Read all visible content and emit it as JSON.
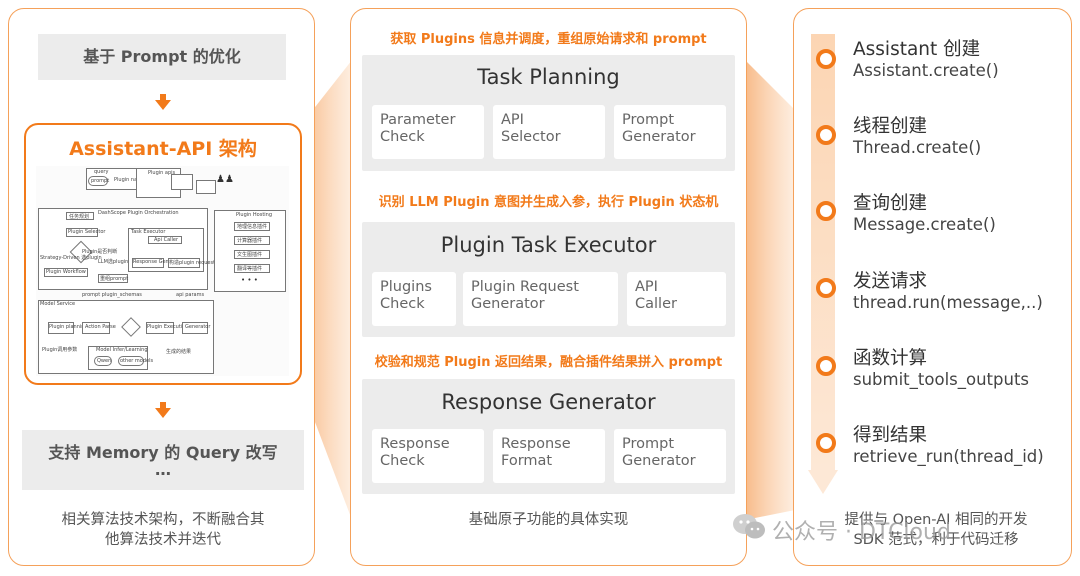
{
  "left": {
    "top_box": "基于 Prompt 的优化",
    "assistant_title": "Assistant-API 架构",
    "arch": {
      "query": "query",
      "plugin_name_list": "Plugin name list",
      "plugin_apis": "Plugin apis",
      "prompt": "prompt",
      "task_planning": "任务规划",
      "dashscope": "DashScope Plugin Orchestration",
      "plugin_selector": "Plugin Selector",
      "plugin_judge": "Plugin是否判断",
      "strategy_driven": "Strategy-Driven 选plugin",
      "llm_plugin": "LLM选plugin",
      "plugin_workflow": "Plugin Workflow",
      "rebuild_prompt": "重组prompt",
      "task_executor": "Task Executor",
      "api_caller": "Api Caller",
      "response_generator": "Response Generator",
      "plugin_request": "构造plugin request",
      "plugin_hosting": "Plugin Hosting",
      "hosting_items": [
        "地理信息插件",
        "计算器插件",
        "文生图插件",
        "翻译等插件"
      ],
      "ellipsis": "• • •",
      "prompt_schemas": "prompt plugin_schemas",
      "model_service": "Model Service",
      "plugin_planning": "Plugin planning",
      "action_parse": "Action Parse",
      "plugin_execution": "Plugin Execution",
      "generator": "Generator",
      "model_infer": "Model Infer/Learning",
      "qwen": "Qwen",
      "other_models": "other models",
      "plugin_params": "Plugin调用参数",
      "gen_result": "生成的结果",
      "params": "api params"
    },
    "bottom_box_line1": "支持 Memory 的 Query 改写",
    "bottom_box_line2": "…",
    "caption_line1": "相关算法技术架构，不断融合其",
    "caption_line2": "他算法技术并迭代"
  },
  "middle": {
    "caption1": "获取 Plugins 信息并调度，重组原始请求和 prompt",
    "section1": {
      "title": "Task Planning",
      "cards": [
        "Parameter\nCheck",
        "API\nSelector",
        "Prompt\nGenerator"
      ]
    },
    "caption2": "识别 LLM Plugin 意图并生成入参，执行 Plugin 状态机",
    "section2": {
      "title": "Plugin Task Executor",
      "cards": [
        "Plugins\nCheck",
        "Plugin Request\nGenerator",
        "API\nCaller"
      ]
    },
    "caption3": "校验和规范 Plugin 返回结果，融合插件结果拼入 prompt",
    "section3": {
      "title": "Response Generator",
      "cards": [
        "Response\nCheck",
        "Response\nFormat",
        "Prompt\nGenerator"
      ]
    },
    "bottom_caption": "基础原子功能的具体实现"
  },
  "right": {
    "steps": [
      {
        "title": "Assistant 创建",
        "sub": "Assistant.create()"
      },
      {
        "title": "线程创建",
        "sub": "Thread.create()"
      },
      {
        "title": "查询创建",
        "sub": "Message.create()"
      },
      {
        "title": "发送请求",
        "sub": "thread.run(message,..)"
      },
      {
        "title": "函数计算",
        "sub": "submit_tools_outputs"
      },
      {
        "title": "得到结果",
        "sub": "retrieve_run(thread_id)"
      }
    ],
    "caption_line1": "提供与 Open-AI 相同的开发",
    "caption_line2": "SDK 范式，利于代码迁移"
  },
  "watermark": "公众号 · DTCloud",
  "colors": {
    "accent": "#f27a1a",
    "panel_border": "#f5a15a",
    "box_gray": "#ececec"
  }
}
